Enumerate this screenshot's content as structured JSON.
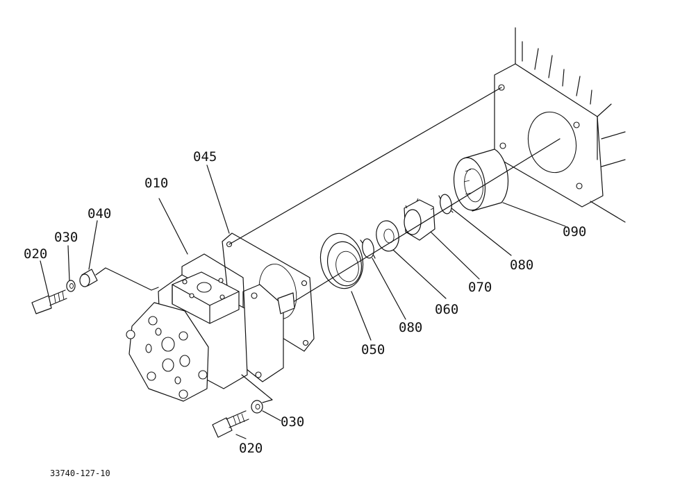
{
  "diagram": {
    "figure_number": "33740-127-10",
    "callouts": {
      "pump": "010",
      "bolt_top": "020",
      "washer_top": "030",
      "collar": "040",
      "gasket": "045",
      "oil_seal": "050",
      "plate": "060",
      "coupling": "070",
      "snap_ring_a": "080",
      "snap_ring_b": "080",
      "sleeve": "090",
      "bolt_bottom": "020",
      "washer_bottom": "030"
    }
  }
}
